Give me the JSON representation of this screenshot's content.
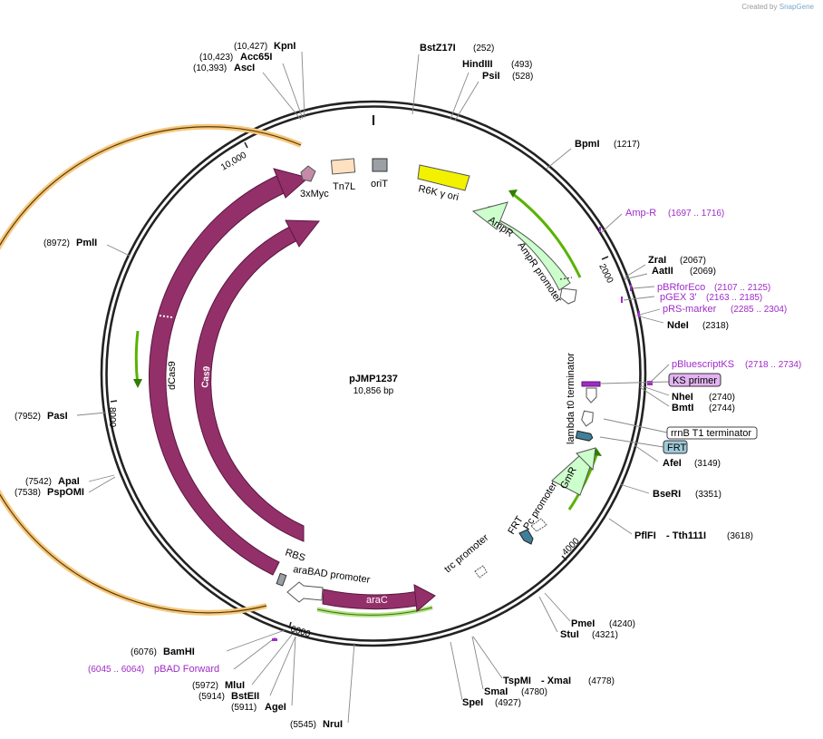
{
  "credit": {
    "prefix": "Created by",
    "brand": "SnapGene"
  },
  "plasmid": {
    "name": "pJMP1237",
    "length_label": "10,856 bp"
  },
  "ticks": [
    "2000",
    "4000",
    "6000",
    "8000",
    "10,000"
  ],
  "colors": {
    "cas9": "#93306a",
    "ori": "#f2f200",
    "promoter_outline": "#ffffff",
    "amp": "#ccffcc",
    "primer": "#a02bc8",
    "orfs": "#59b300",
    "araC_orf": "#b9e08a",
    "frt": "#3f7f99"
  },
  "sites_right": [
    {
      "name": "BstZ17I",
      "pos": "(252)"
    },
    {
      "name": "HindIII",
      "pos": "(493)"
    },
    {
      "name": "PsiI",
      "pos": "(528)"
    },
    {
      "name": "BpmI",
      "pos": "(1217)"
    },
    {
      "name": "ZraI",
      "pos": "(2067)"
    },
    {
      "name": "AatII",
      "pos": "(2069)"
    },
    {
      "name": "NdeI",
      "pos": "(2318)"
    },
    {
      "name": "NheI",
      "pos": "(2740)"
    },
    {
      "name": "BmtI",
      "pos": "(2744)"
    },
    {
      "name": "AfeI",
      "pos": "(3149)"
    },
    {
      "name": "BseRI",
      "pos": "(3351)"
    },
    {
      "name": "PflFI",
      "name2": "- Tth111I",
      "pos": "(3618)"
    },
    {
      "name": "PmeI",
      "pos": "(4240)"
    },
    {
      "name": "StuI",
      "pos": "(4321)"
    },
    {
      "name": "TspMI",
      "name2": "- XmaI",
      "pos": "(4778)"
    },
    {
      "name": "SmaI",
      "pos": "(4780)"
    },
    {
      "name": "SpeI",
      "pos": "(4927)"
    }
  ],
  "sites_left": [
    {
      "name": "KpnI",
      "pos": "(10,427)"
    },
    {
      "name": "Acc65I",
      "pos": "(10,423)"
    },
    {
      "name": "AscI",
      "pos": "(10,393)"
    },
    {
      "name": "PmlI",
      "pos": "(8972)"
    },
    {
      "name": "PasI",
      "pos": "(7952)"
    },
    {
      "name": "ApaI",
      "pos": "(7542)"
    },
    {
      "name": "PspOMI",
      "pos": "(7538)"
    },
    {
      "name": "BamHI",
      "pos": "(6076)"
    },
    {
      "name": "MluI",
      "pos": "(5972)"
    },
    {
      "name": "BstEII",
      "pos": "(5914)"
    },
    {
      "name": "AgeI",
      "pos": "(5911)"
    },
    {
      "name": "NruI",
      "pos": "(5545)"
    }
  ],
  "primers": [
    {
      "name": "Amp-R",
      "pos": "(1697 .. 1716)"
    },
    {
      "name": "pBRforEco",
      "pos": "(2107 .. 2125)"
    },
    {
      "name": "pGEX 3'",
      "pos": "(2163 .. 2185)"
    },
    {
      "name": "pRS-marker",
      "pos": "(2285 .. 2304)"
    },
    {
      "name": "pBluescriptKS",
      "pos": "(2718 .. 2734)"
    },
    {
      "name": "pBAD Forward",
      "pos": "(6045 .. 6064)"
    }
  ],
  "boxed_labels": {
    "ks_primer": "KS primer",
    "rrnb": "rrnB T1 terminator",
    "frt_box": "FRT"
  },
  "features": {
    "myc": "3xMyc",
    "tn7l": "Tn7L",
    "orit": "oriT",
    "r6k": "R6K γ ori",
    "ampr": "AmpR",
    "ampr_promoter": "AmpR promoter",
    "lambda": "lambda t0 terminator",
    "gmr": "GmR",
    "pc_promoter": "Pc promoter",
    "frt": "FRT",
    "trc": "trc promoter",
    "arac": "araC",
    "arabad": "araBAD promoter",
    "rbs": "RBS",
    "dcas9": "dCas9",
    "cas9": "Cas9"
  }
}
